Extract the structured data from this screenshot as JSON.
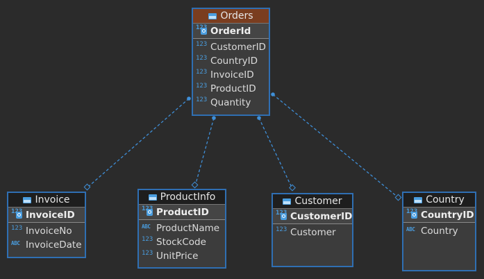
{
  "colors": {
    "background": "#2b2b2b",
    "entity_border": "#2f6fb3",
    "selected_header": "#7a3d1f",
    "link": "#3f8fd8"
  },
  "entities": {
    "orders": {
      "title": "Orders",
      "pk": {
        "type": "123",
        "name": "OrderId"
      },
      "columns": [
        {
          "type": "123",
          "name": "CustomerID"
        },
        {
          "type": "123",
          "name": "CountryID"
        },
        {
          "type": "123",
          "name": "InvoiceID"
        },
        {
          "type": "123",
          "name": "ProductID"
        },
        {
          "type": "123",
          "name": "Quantity"
        }
      ]
    },
    "invoice": {
      "title": "Invoice",
      "pk": {
        "type": "123",
        "name": "InvoiceID"
      },
      "columns": [
        {
          "type": "123",
          "name": "InvoiceNo"
        },
        {
          "type": "ABC",
          "name": "InvoiceDate"
        }
      ]
    },
    "productinfo": {
      "title": "ProductInfo",
      "pk": {
        "type": "123",
        "name": "ProductID"
      },
      "columns": [
        {
          "type": "ABC",
          "name": "ProductName"
        },
        {
          "type": "123",
          "name": "StockCode"
        },
        {
          "type": "123",
          "name": "UnitPrice"
        }
      ]
    },
    "customer": {
      "title": "Customer",
      "pk": {
        "type": "123",
        "name": "CustomerID"
      },
      "columns": [
        {
          "type": "123",
          "name": "Customer"
        }
      ]
    },
    "country": {
      "title": "Country",
      "pk": {
        "type": "123",
        "name": "CountryID"
      },
      "columns": [
        {
          "type": "ABC",
          "name": "Country"
        }
      ]
    }
  },
  "icons": {
    "table": "table-icon",
    "primary_key": "key-icon",
    "numeric": "numeric-type-icon",
    "text": "text-type-icon"
  }
}
